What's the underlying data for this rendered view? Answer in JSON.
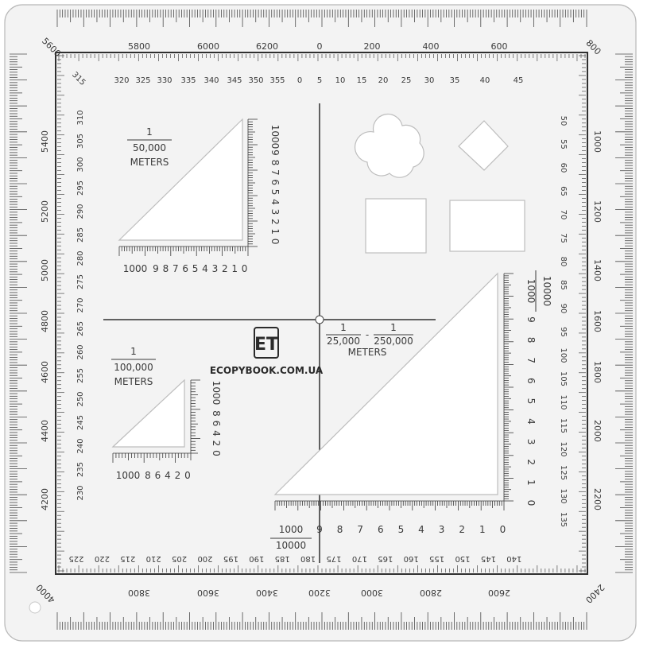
{
  "protractor": {
    "outer_mils_top": [
      "5800",
      "6000",
      "6200",
      "0",
      "200",
      "400",
      "600"
    ],
    "outer_mils_top_corner_left": "5600",
    "outer_mils_top_corner_right": "800",
    "outer_mils_right": [
      "1000",
      "1200",
      "1400",
      "1600",
      "1800",
      "2000",
      "2200"
    ],
    "outer_mils_bottom": [
      "3800",
      "3600",
      "3400",
      "3200",
      "3000",
      "2800",
      "2600"
    ],
    "outer_mils_bottom_corner_left": "4000",
    "outer_mils_bottom_corner_right": "2400",
    "outer_mils_left": [
      "5400",
      "5200",
      "5000",
      "4800",
      "4600",
      "4400",
      "4200"
    ],
    "inner_deg_top": [
      "315",
      "320",
      "325",
      "330",
      "335",
      "340",
      "345",
      "350",
      "355",
      "0",
      "5",
      "10",
      "15",
      "20",
      "25",
      "30",
      "35",
      "40",
      "45"
    ],
    "inner_deg_right": [
      "50",
      "55",
      "60",
      "65",
      "70",
      "75",
      "80",
      "85",
      "90",
      "95",
      "100",
      "105",
      "110",
      "115",
      "120",
      "125",
      "130",
      "135"
    ],
    "inner_deg_bottom": [
      "225",
      "220",
      "215",
      "210",
      "205",
      "200",
      "195",
      "190",
      "185",
      "180",
      "175",
      "170",
      "165",
      "160",
      "155",
      "150",
      "145",
      "140"
    ],
    "inner_deg_left": [
      "310",
      "305",
      "300",
      "295",
      "290",
      "285",
      "280",
      "275",
      "270",
      "265",
      "260",
      "255",
      "250",
      "245",
      "240",
      "235",
      "230"
    ],
    "scale_50k": {
      "numerator": "1",
      "denominator": "50,000",
      "unit": "METERS",
      "x_labels": [
        "1000",
        "9",
        "8",
        "7",
        "6",
        "5",
        "4",
        "3",
        "2",
        "1",
        "0"
      ],
      "y_labels": [
        "1000",
        "9",
        "8",
        "7",
        "6",
        "5",
        "4",
        "3",
        "2",
        "1",
        "0"
      ]
    },
    "scale_100k": {
      "numerator": "1",
      "denominator": "100,000",
      "unit": "METERS",
      "x_labels": [
        "1000",
        "8",
        "6",
        "4",
        "2",
        "0"
      ],
      "y_labels": [
        "1000",
        "8",
        "6",
        "4",
        "2",
        "0"
      ]
    },
    "scale_25k": {
      "numerator_a": "1",
      "denominator_a": "25,000",
      "dash": "-",
      "numerator_b": "1",
      "denominator_b": "250,000",
      "unit": "METERS",
      "x_labels": [
        "1000",
        "9",
        "8",
        "7",
        "6",
        "5",
        "4",
        "3",
        "2",
        "1",
        "0"
      ],
      "x_sub": "10000",
      "y_labels": [
        "1000",
        "9",
        "8",
        "7",
        "6",
        "5",
        "4",
        "3",
        "2",
        "1",
        "0"
      ],
      "y_sub": "10000"
    },
    "brand": {
      "logo": "ET",
      "site": "ECOPYBOOK.COM.UA"
    }
  }
}
